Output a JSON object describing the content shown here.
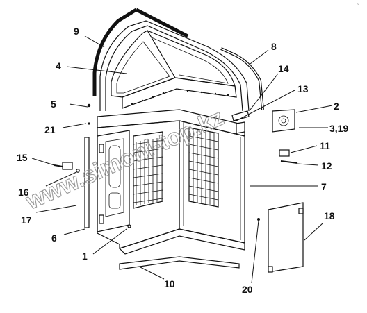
{
  "corner_mark": "~",
  "watermark": "www.simoni-top.kz",
  "callouts": [
    {
      "id": "c9",
      "label": "9"
    },
    {
      "id": "c8",
      "label": "8"
    },
    {
      "id": "c4",
      "label": "4"
    },
    {
      "id": "c14",
      "label": "14"
    },
    {
      "id": "c13",
      "label": "13"
    },
    {
      "id": "c5",
      "label": "5"
    },
    {
      "id": "c2",
      "label": "2"
    },
    {
      "id": "c319",
      "label": "3,19"
    },
    {
      "id": "c21",
      "label": "21"
    },
    {
      "id": "c11",
      "label": "11"
    },
    {
      "id": "c15",
      "label": "15"
    },
    {
      "id": "c12",
      "label": "12"
    },
    {
      "id": "c16",
      "label": "16"
    },
    {
      "id": "c7",
      "label": "7"
    },
    {
      "id": "c17",
      "label": "17"
    },
    {
      "id": "c18",
      "label": "18"
    },
    {
      "id": "c6",
      "label": "6"
    },
    {
      "id": "c1",
      "label": "1"
    },
    {
      "id": "c10",
      "label": "10"
    },
    {
      "id": "c20",
      "label": "20"
    }
  ],
  "colors": {
    "line": "#111111",
    "watermark": "#9a9a9a",
    "background": "#ffffff"
  }
}
